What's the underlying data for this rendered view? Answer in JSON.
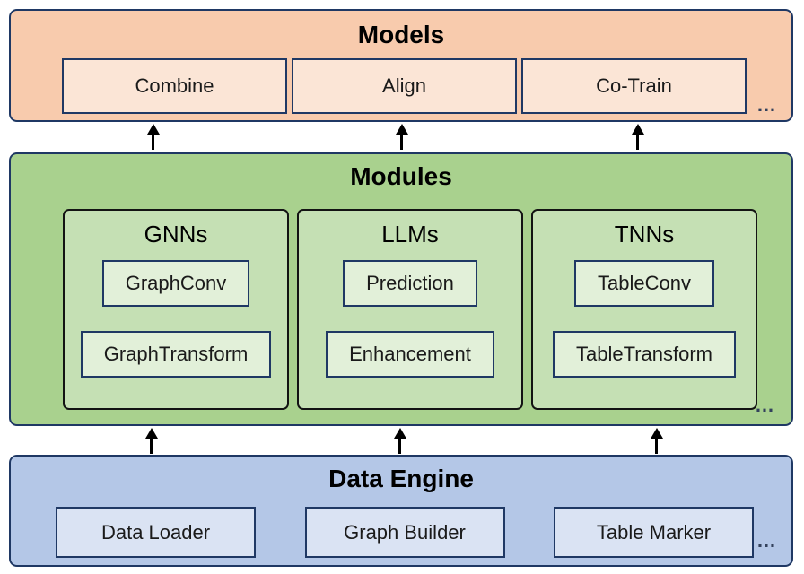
{
  "diagram": {
    "models": {
      "title": "Models",
      "items": [
        "Combine",
        "Align",
        "Co-Train"
      ],
      "more": "…"
    },
    "modules": {
      "title": "Modules",
      "groups": [
        {
          "title": "GNNs",
          "items": [
            "GraphConv",
            "GraphTransform"
          ]
        },
        {
          "title": "LLMs",
          "items": [
            "Prediction",
            "Enhancement"
          ]
        },
        {
          "title": "TNNs",
          "items": [
            "TableConv",
            "TableTransform"
          ]
        }
      ],
      "more": "…"
    },
    "data_engine": {
      "title": "Data Engine",
      "items": [
        "Data Loader",
        "Graph Builder",
        "Table Marker"
      ],
      "more": "…"
    },
    "colors": {
      "outline": "#1F3864",
      "group_outline": "#131313",
      "arrow": "#000000",
      "models_fill": "#F8CBAD",
      "models_item_fill": "#FBE5D6",
      "modules_fill": "#A9D18E",
      "modules_group_fill": "#C5E0B4",
      "modules_item_fill": "#E2F0D9",
      "data_engine_fill": "#B4C7E7",
      "data_engine_item_fill": "#DAE3F3"
    }
  }
}
